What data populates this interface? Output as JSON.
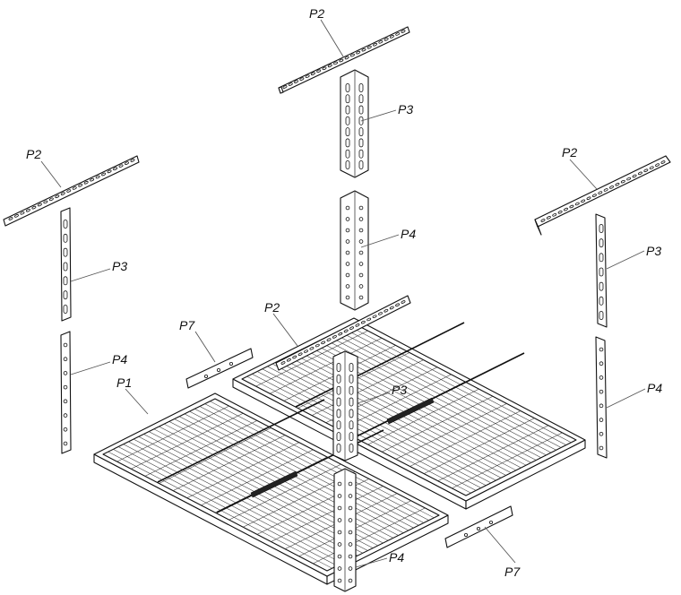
{
  "diagram": {
    "labels": {
      "p1": "P1",
      "p2_top": "P2",
      "p2_left": "P2",
      "p2_right": "P2",
      "p2_center": "P2",
      "p3_top": "P3",
      "p3_left": "P3",
      "p3_right": "P3",
      "p3_center": "P3",
      "p4_top": "P4",
      "p4_left": "P4",
      "p4_right": "P4",
      "p4_bottom": "P4",
      "p7_left": "P7",
      "p7_right": "P7"
    },
    "colors": {
      "line": "#111111",
      "background": "#ffffff"
    }
  }
}
